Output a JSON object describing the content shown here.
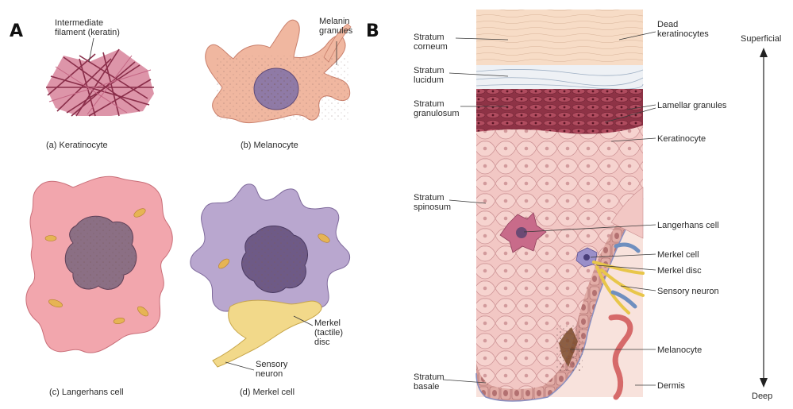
{
  "panels": {
    "a": "A",
    "b": "B"
  },
  "panel_a": {
    "keratinocyte": {
      "label": "Intermediate\nfilament (keratin)",
      "caption": "(a) Keratinocyte"
    },
    "melanocyte": {
      "label": "Melanin\ngranules",
      "caption": "(b) Melanocyte"
    },
    "langerhans": {
      "caption": "(c) Langerhans cell"
    },
    "merkel": {
      "disc_label": "Merkel\n(tactile)\ndisc",
      "neuron_label": "Sensory\nneuron",
      "caption": "(d) Merkel cell"
    }
  },
  "panel_b": {
    "left_labels": [
      "Stratum\ncorneum",
      "Stratum\nlucidum",
      "Stratum\ngranulosum",
      "Stratum\nspinosum",
      "Stratum\nbasale"
    ],
    "right_labels": [
      "Dead\nkeratinocytes",
      "Lamellar granules",
      "Keratinocyte",
      "Langerhans cell",
      "Merkel cell",
      "Merkel disc",
      "Sensory neuron",
      "Melanocyte",
      "Dermis"
    ],
    "axis": {
      "top": "Superficial",
      "bottom": "Deep"
    }
  },
  "colors": {
    "keratin": "#b0506a",
    "melanocyte_body": "#f0b7a0",
    "langerhans_body": "#f2a6ad",
    "merkel_body": "#b9a7cf",
    "neuron": "#f2d98a",
    "corneum": "#f7dcc6",
    "granulosum": "#9c3a4c",
    "spinosum": "#f0c2c0",
    "dermis": "#f8e2dc"
  }
}
